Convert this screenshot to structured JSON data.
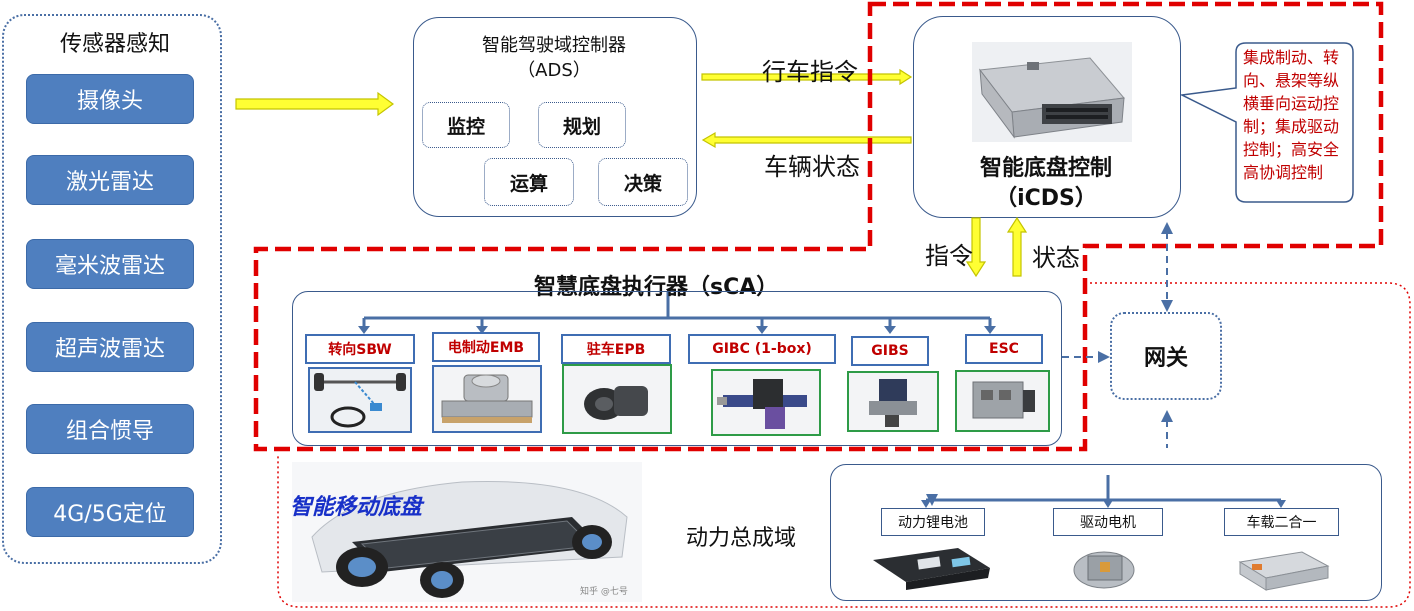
{
  "sensors": {
    "title": "传感器感知",
    "items": [
      "摄像头",
      "激光雷达",
      "毫米波雷达",
      "超声波雷达",
      "组合惯导",
      "4G/5G定位"
    ]
  },
  "ads": {
    "title_line1": "智能驾驶域控制器",
    "title_line2": "（ADS）",
    "sub": [
      "监控",
      "规划",
      "运算",
      "决策"
    ]
  },
  "links": {
    "drive_command": "行车指令",
    "vehicle_status": "车辆状态",
    "command": "指令",
    "status": "状态"
  },
  "icds": {
    "title_line1": "智能底盘控制",
    "title_line2": "（iCDS）"
  },
  "callout": {
    "text": "集成制动、转向、悬架等纵横垂向运动控制；集成驱动控制；高安全高协调控制"
  },
  "sca": {
    "title": "智慧底盘执行器（sCA）",
    "actuators": [
      "转向SBW",
      "电制动EMB",
      "驻车EPB",
      "GIBC (1-box)",
      "GIBS",
      "ESC"
    ]
  },
  "gateway": {
    "label": "网关"
  },
  "chassis": {
    "label": "智能移动底盘",
    "watermark": "知乎 @七号"
  },
  "powertrain": {
    "title": "动力总成域",
    "items": [
      "动力锂电池",
      "驱动电机",
      "车载二合一"
    ]
  },
  "colors": {
    "sensor_fill": "#4f7fbf",
    "arrow_yellow": "#ffff33",
    "frame_red": "#e00000",
    "line_blue": "#4a6fa5"
  }
}
